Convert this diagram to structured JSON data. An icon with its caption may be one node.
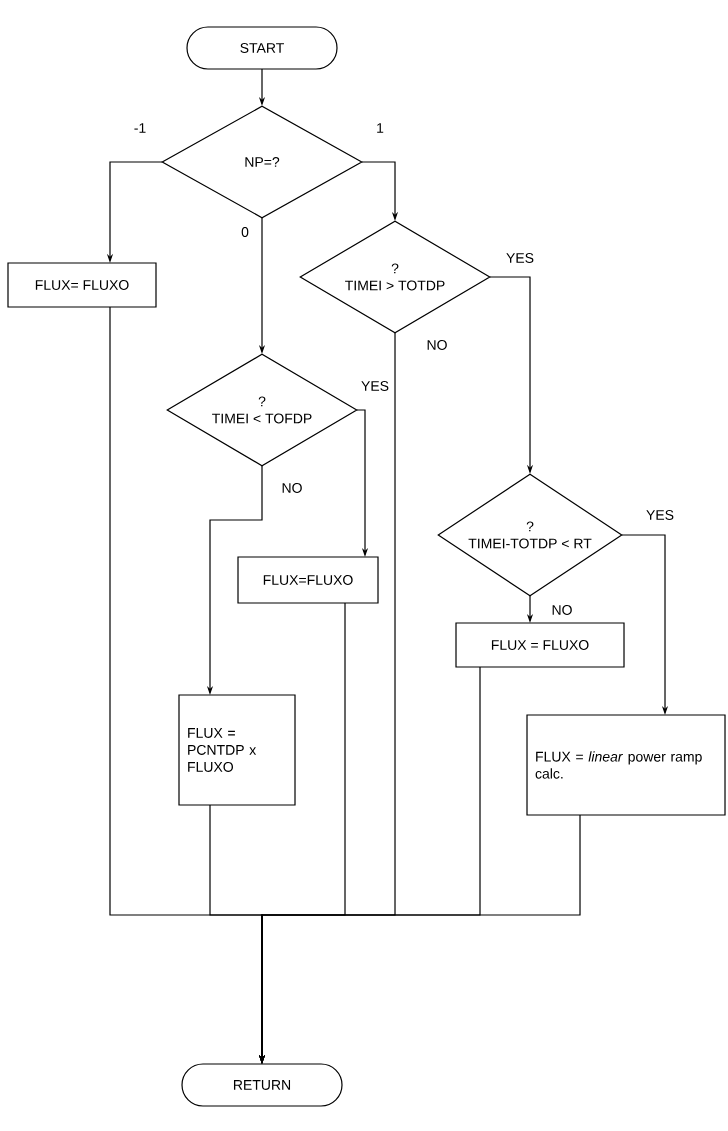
{
  "diagram": {
    "nodes": [
      {
        "text": [
          "START"
        ]
      },
      {
        "text": [
          "NP=?"
        ]
      },
      {
        "text": [
          "FLUX= FLUXO"
        ]
      },
      {
        "text": [
          "?",
          "TIMEI > TOTDP"
        ]
      },
      {
        "text": [
          "?",
          "TIMEI < TOFDP"
        ]
      },
      {
        "text": [
          "FLUX=FLUXO"
        ]
      },
      {
        "text": [
          "FLUX = PCNTDP x FLUXO"
        ]
      },
      {
        "text": [
          "?",
          "TIMEI-TOTDP < RT"
        ]
      },
      {
        "text": [
          "FLUX = FLUXO"
        ]
      },
      {
        "text": [
          "FLUX = *linear* power ramp calc."
        ]
      },
      {
        "text": [
          "RETURN"
        ]
      }
    ],
    "edges": [
      {
        "from": 0,
        "to": 1,
        "arrow": "to"
      },
      {
        "from": 1,
        "to": 2,
        "arrow": "to",
        "label": "-1"
      },
      {
        "from": 1,
        "to": 4,
        "arrow": "to",
        "label": "0"
      },
      {
        "from": 1,
        "to": 3,
        "arrow": "to",
        "label": "1"
      },
      {
        "from": 3,
        "to": 7,
        "arrow": "to",
        "label": "YES"
      },
      {
        "from": 3,
        "to": 10,
        "arrow": "to",
        "label": "NO"
      },
      {
        "from": 4,
        "to": 5,
        "arrow": "to",
        "label": "YES"
      },
      {
        "from": 4,
        "to": 6,
        "arrow": "to",
        "label": "NO"
      },
      {
        "from": 7,
        "to": 9,
        "arrow": "to",
        "label": "YES"
      },
      {
        "from": 7,
        "to": 8,
        "arrow": "to",
        "label": "NO"
      },
      {
        "from": 2,
        "to": 10,
        "arrow": "to"
      },
      {
        "from": 6,
        "to": 10,
        "arrow": "to"
      },
      {
        "from": 5,
        "to": 10,
        "arrow": "to"
      },
      {
        "from": 8,
        "to": 10,
        "arrow": "to"
      },
      {
        "from": 9,
        "to": 10,
        "arrow": "to"
      }
    ]
  }
}
